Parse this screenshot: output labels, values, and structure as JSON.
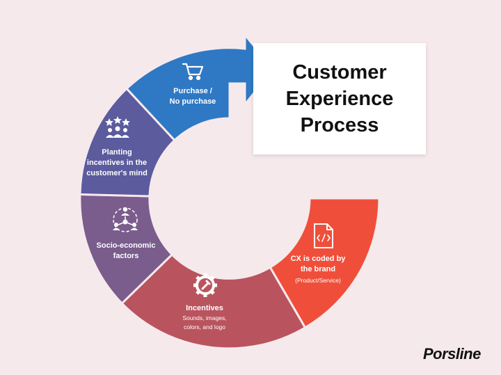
{
  "title": {
    "lines": [
      "Customer",
      "Experience",
      "Process"
    ]
  },
  "brand": "Porsline",
  "colors": {
    "background": "#f6e9ec",
    "purchase": "#2f78c4",
    "planting": "#5b5b9e",
    "socio": "#7a5c8d",
    "incentives": "#b9545e",
    "cx": "#ef4f3a"
  },
  "segments": [
    {
      "id": "cx",
      "icon": "code-file-icon",
      "title_lines": [
        "CX is coded by",
        "the brand"
      ],
      "sub_lines": [
        "(Product/Service)"
      ]
    },
    {
      "id": "incentives",
      "icon": "gear-wrench-icon",
      "title_lines": [
        "Incentives"
      ],
      "sub_lines": [
        "Sounds, images,",
        "colors, and logo"
      ]
    },
    {
      "id": "socio",
      "icon": "people-network-icon",
      "title_lines": [
        "Socio-economic",
        "factors"
      ],
      "sub_lines": []
    },
    {
      "id": "planting",
      "icon": "people-stars-icon",
      "title_lines": [
        "Planting",
        "incentives in the",
        "customer's mind"
      ],
      "sub_lines": []
    },
    {
      "id": "purchase",
      "icon": "shopping-cart-icon",
      "title_lines": [
        "Purchase /",
        "No purchase"
      ],
      "sub_lines": []
    }
  ]
}
